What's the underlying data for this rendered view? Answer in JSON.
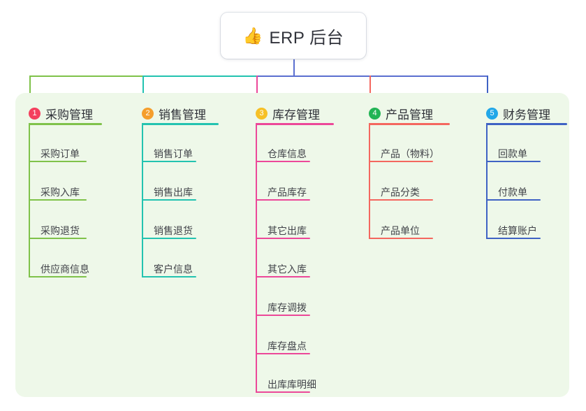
{
  "root": {
    "icon": "thumbs-up-icon",
    "icon_glyph": "👍",
    "label": "ERP 后台"
  },
  "theme": {
    "panel_bg": "#eef8e9",
    "page_bg": "#ffffff",
    "root_stub_color": "#5b6fd0",
    "bus_mid_color": "#5b6fd0"
  },
  "columns": [
    {
      "index": "1",
      "badge_color": "#f43f5e",
      "line_color": "#7fc24a",
      "title": "采购管理",
      "items": [
        {
          "label": "采购订单"
        },
        {
          "label": "采购入库"
        },
        {
          "label": "采购退货"
        },
        {
          "label": "供应商信息"
        }
      ]
    },
    {
      "index": "2",
      "badge_color": "#f59e2c",
      "line_color": "#23c3b0",
      "title": "销售管理",
      "items": [
        {
          "label": "销售订单"
        },
        {
          "label": "销售出库"
        },
        {
          "label": "销售退货"
        },
        {
          "label": "客户信息"
        }
      ]
    },
    {
      "index": "3",
      "badge_color": "#f6c026",
      "line_color": "#ec4899",
      "title": "库存管理",
      "items": [
        {
          "label": "仓库信息"
        },
        {
          "label": "产品库存"
        },
        {
          "label": "其它出库"
        },
        {
          "label": "其它入库"
        },
        {
          "label": "库存调拨"
        },
        {
          "label": "库存盘点"
        },
        {
          "label": "出库库明细"
        }
      ]
    },
    {
      "index": "4",
      "badge_color": "#22b455",
      "line_color": "#f4675f",
      "title": "产品管理",
      "items": [
        {
          "label": "产品（物料）"
        },
        {
          "label": "产品分类"
        },
        {
          "label": "产品单位"
        }
      ]
    },
    {
      "index": "5",
      "badge_color": "#22a7e8",
      "line_color": "#3f62c4",
      "title": "财务管理",
      "items": [
        {
          "label": "回款单"
        },
        {
          "label": "付款单"
        },
        {
          "label": "结算账户"
        }
      ]
    }
  ]
}
